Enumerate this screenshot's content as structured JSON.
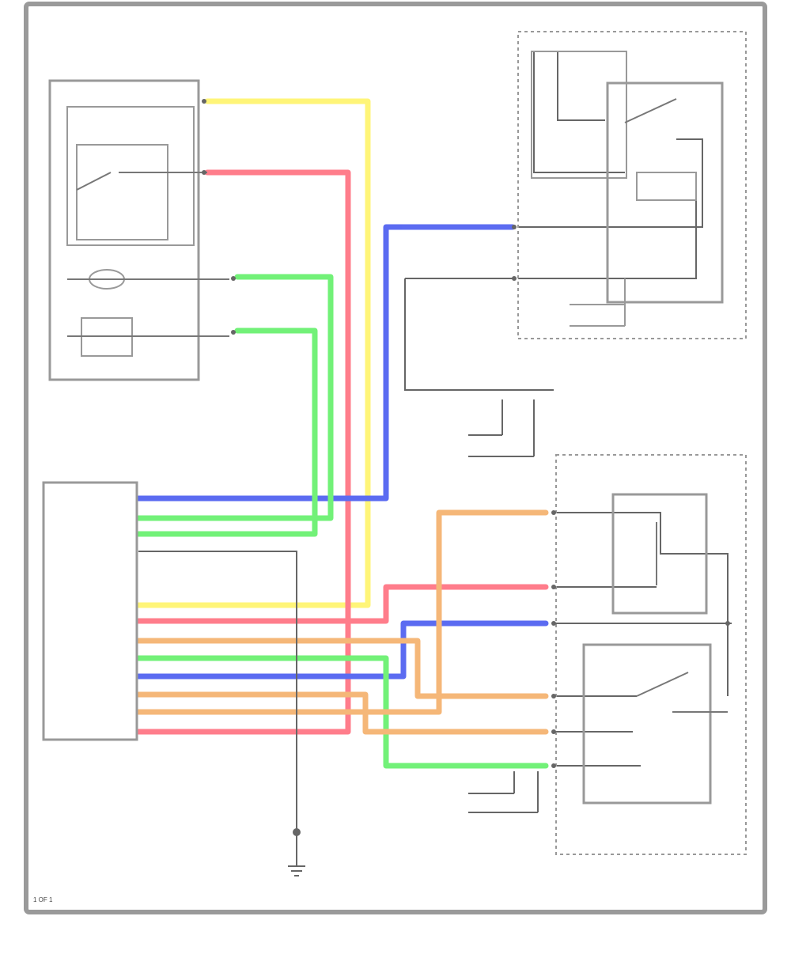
{
  "colors": {
    "frame": "#9a9a9a",
    "wire_dark": "#555555",
    "yellow": "#fff46a",
    "red": "#ff6f7f",
    "blue": "#4a5cf0",
    "green": "#63f06a",
    "orange": "#f5b06a"
  },
  "wire_colors": [
    "yellow",
    "red",
    "blue",
    "green",
    "orange"
  ],
  "components": [
    "left-upper-module",
    "top-right-relay-box",
    "main-control-module",
    "right-lower-module",
    "right-lower-switch",
    "ground-symbol"
  ],
  "page_number_label": "1 OF 1"
}
